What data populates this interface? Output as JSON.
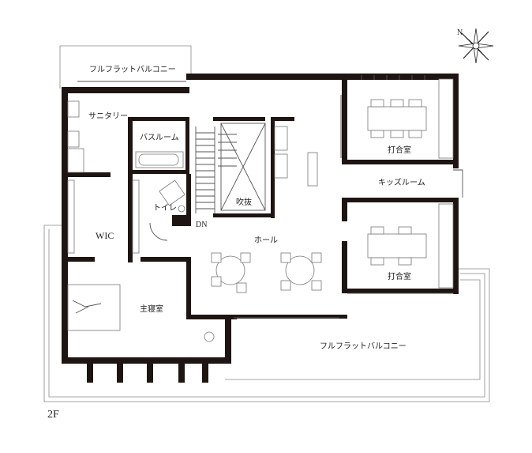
{
  "floor_label": "2F",
  "compass_label": "N",
  "rooms": {
    "balcony_top": "フルフラットバルコニー",
    "sanitary": "サニタリー",
    "bathroom": "バスルーム",
    "toilet": "トイレ",
    "wic": "WIC",
    "master_bedroom": "主寝室",
    "atrium": "吹抜",
    "down": "DN",
    "hall": "ホール",
    "meeting_room_1": "打合室",
    "kids_room": "キッズルーム",
    "meeting_room_2": "打合室",
    "balcony_bottom": "フルフラットバルコニー"
  }
}
